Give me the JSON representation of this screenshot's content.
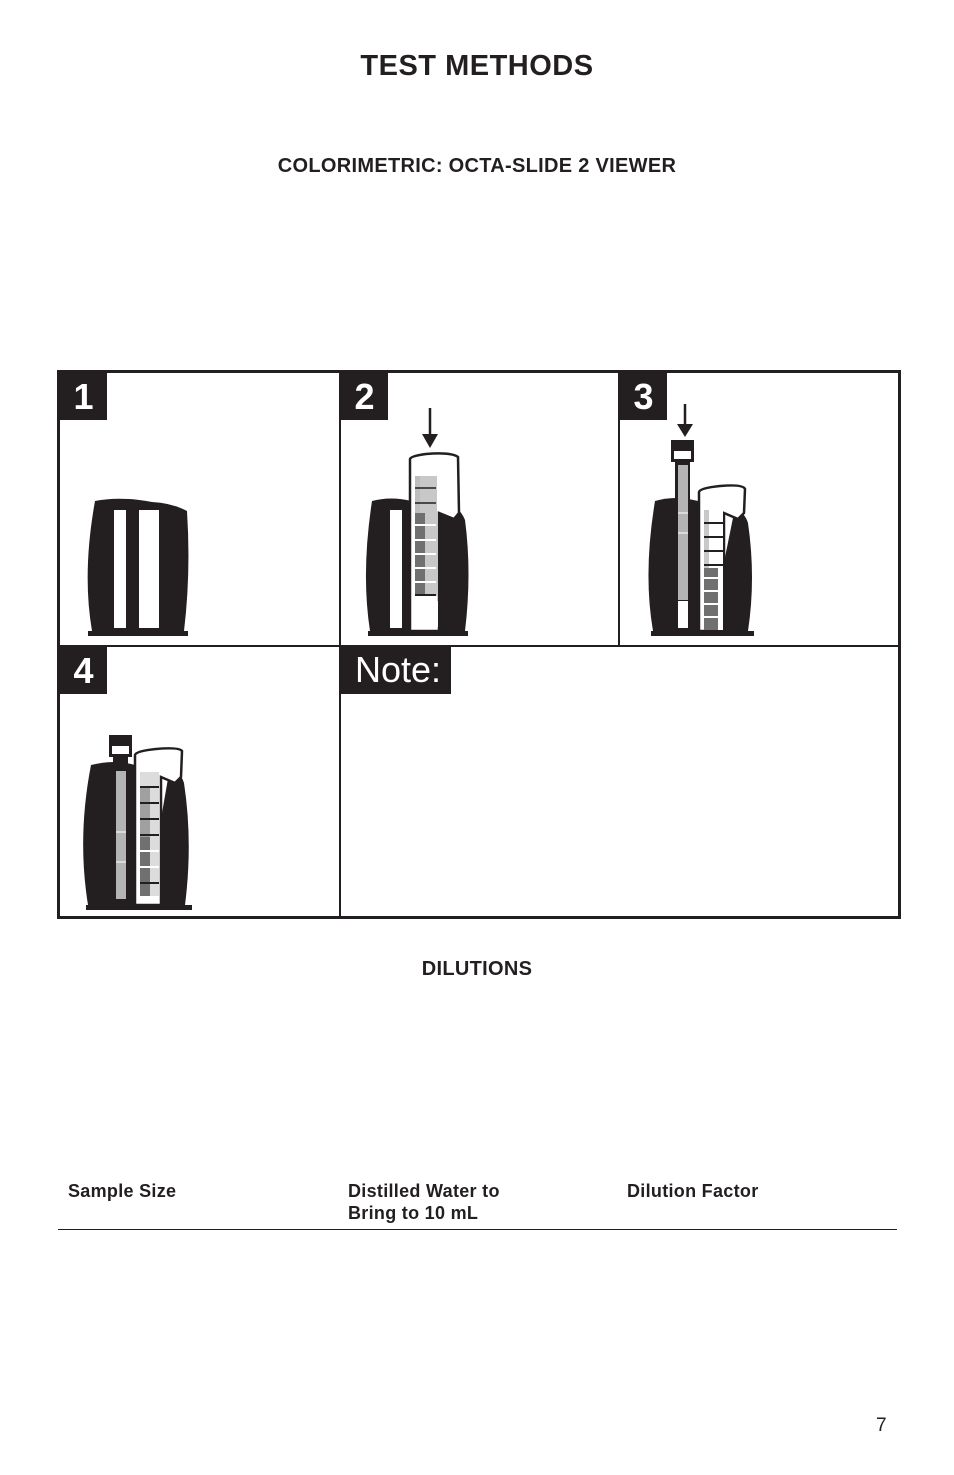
{
  "page": {
    "title": "TEST METHODS",
    "page_number": "7"
  },
  "colorimetric": {
    "heading": "COLORIMETRIC: OCTA-SLIDE 2 VIEWER",
    "steps": [
      {
        "number": "1",
        "icon": "octa-slide-viewer-empty"
      },
      {
        "number": "2",
        "icon": "octa-slide-bar-insert"
      },
      {
        "number": "3",
        "icon": "test-tube-insert"
      },
      {
        "number": "4",
        "icon": "viewer-with-tube-and-bar"
      }
    ],
    "note_label": "Note:"
  },
  "dilutions": {
    "heading": "DILUTIONS",
    "columns": [
      "Sample Size",
      "Distilled Water to\nBring to 10 mL",
      "Dilution Factor"
    ]
  },
  "colors": {
    "ink": "#231f20",
    "gray_light": "#c8c8c8",
    "gray_mid": "#a0a0a0",
    "gray_dark": "#707070"
  }
}
